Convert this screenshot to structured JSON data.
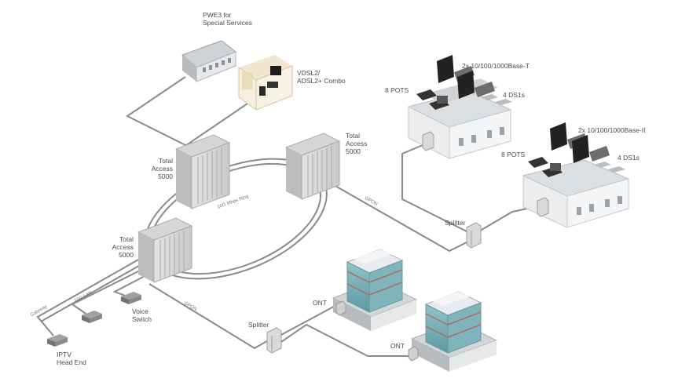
{
  "labels": {
    "pwe3": [
      "PWE3 for",
      "Special Services"
    ],
    "vdsl": [
      "VDSL2/",
      "ADSL2+ Combo"
    ],
    "ta_top_left": [
      "Total",
      "Access",
      "5000"
    ],
    "ta_top_right": [
      "Total",
      "Access",
      "5000"
    ],
    "ta_bottom": [
      "Total",
      "Access",
      "5000"
    ],
    "house1_ethernet": "2x 10/100/1000Base-T",
    "house1_pots": "8 POTS",
    "house1_ds1": "4 DS1s",
    "house2_ethernet": "2x 10/100/1000Base-II",
    "house2_pots": "8 POTS",
    "house2_ds1": "4 DS1s",
    "splitter_right": "Splitter",
    "splitter_bottom": "Splitter",
    "ont_1": "ONT",
    "ont_2": "ONT",
    "voice_switch": [
      "Voice",
      "Switch"
    ],
    "iptv": [
      "IPTV",
      "Head End"
    ]
  },
  "link_labels": {
    "ring": "10G Mbps Ring",
    "gpon_right": "GPON",
    "gpon_bottom": "GPON",
    "gateway": "Gateway",
    "lan": "10G LAN"
  }
}
